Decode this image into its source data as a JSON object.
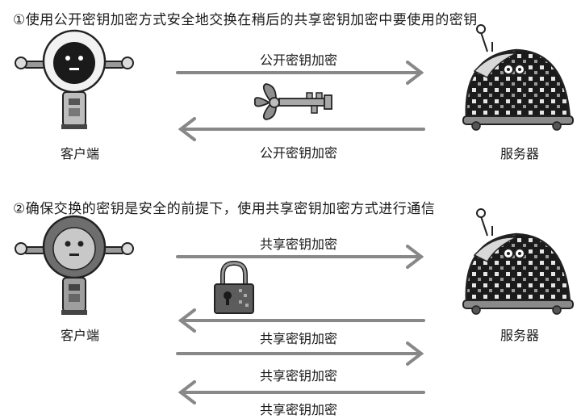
{
  "section1": {
    "heading": "①使用公开密钥加密方式安全地交换在稍后的共享密钥加密中要使用的密钥",
    "client_label": "客户端",
    "server_label": "服务器",
    "arrow_top_label": "公开密钥加密",
    "arrow_bottom_label": "公开密钥加密"
  },
  "section2": {
    "heading": "②确保交换的密钥是安全的前提下，使用共享密钥加密方式进行通信",
    "client_label": "客户端",
    "server_label": "服务器",
    "arrow_labels": [
      "共享密钥加密",
      "共享密钥加密",
      "共享密钥加密",
      "共享密钥加密"
    ]
  },
  "icons": [
    "robot-client-icon",
    "ladybug-server-icon",
    "key-icon",
    "padlock-icon"
  ]
}
